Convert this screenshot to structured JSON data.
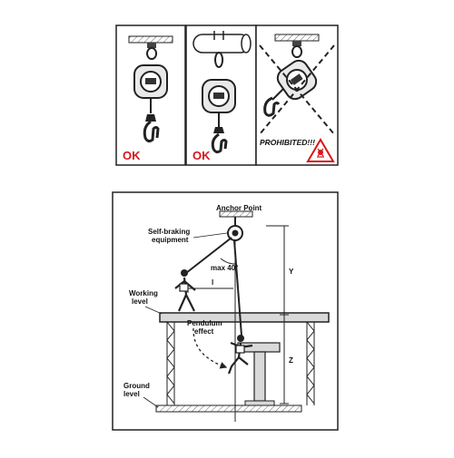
{
  "panels": [
    {
      "status": "OK"
    },
    {
      "status": "OK"
    },
    {
      "status": "PROHIBITED!!!"
    }
  ],
  "diagram": {
    "anchor_label": "Anchor Point",
    "device_label_line1": "Self-braking",
    "device_label_line2": "equipment",
    "angle_label": "max 40°",
    "distance_label": "l",
    "working_label_line1": "Working",
    "working_label_line2": "level",
    "pendulum_label_line1": "Pendulum",
    "pendulum_label_line2": "effect",
    "ground_label_line1": "Ground",
    "ground_label_line2": "level",
    "y_label": "Y",
    "z_label": "Z"
  },
  "colors": {
    "warning_red": "#d8161b",
    "line": "#222222",
    "concrete": "#d9d9d9"
  }
}
